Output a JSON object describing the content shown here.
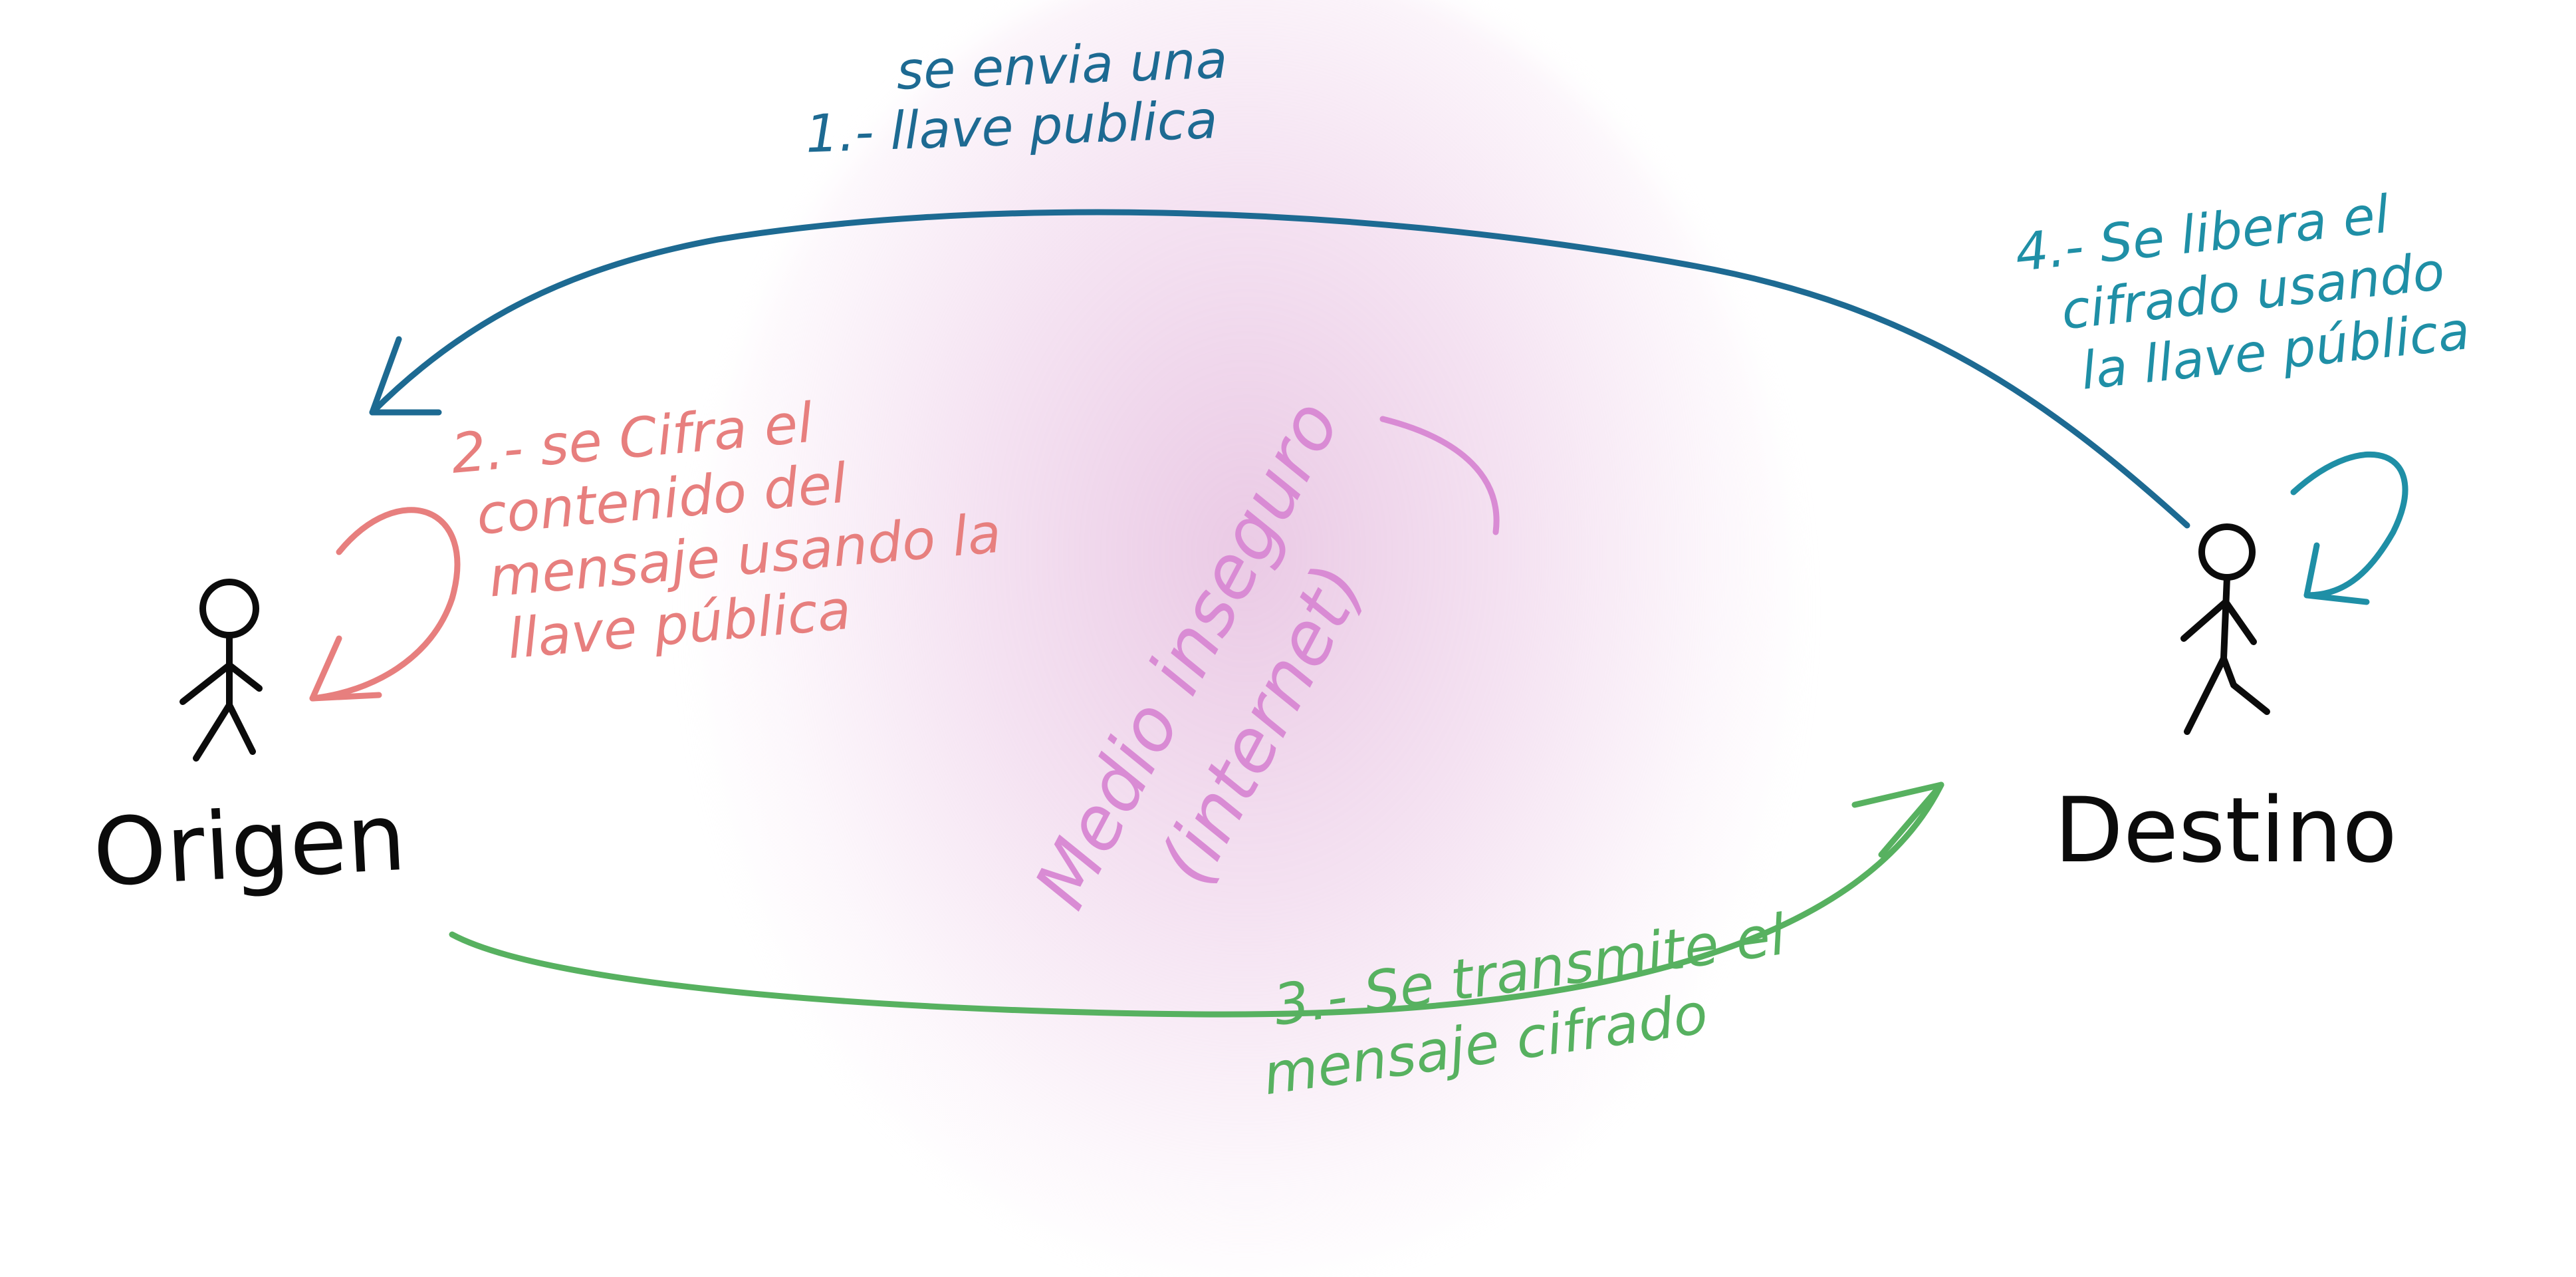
{
  "labels": {
    "step1_line1": "se envia una",
    "step1_line2": "1.- llave publica",
    "step2_line1": "2.- se Cifra el",
    "step2_line2": "contenido del",
    "step2_line3": "mensaje usando la",
    "step2_line4": "llave pública",
    "step3_line1": "3.- Se transmite el",
    "step3_line2": "mensaje cifrado",
    "step4_line1": "4.- Se libera el",
    "step4_line2": "cifrado usando",
    "step4_line3": "la llave pública",
    "medium_line1": "Medio inseguro",
    "medium_line2": "(internet)",
    "origin": "Origen",
    "destination": "Destino"
  },
  "colors": {
    "step1": "#1d6a92",
    "step2": "#e77f7e",
    "step3": "#57b160",
    "step4": "#1f8fa6",
    "medium": "#d98bd4",
    "ink": "#0b0b0b",
    "background_glow": "#ecc8e8"
  }
}
